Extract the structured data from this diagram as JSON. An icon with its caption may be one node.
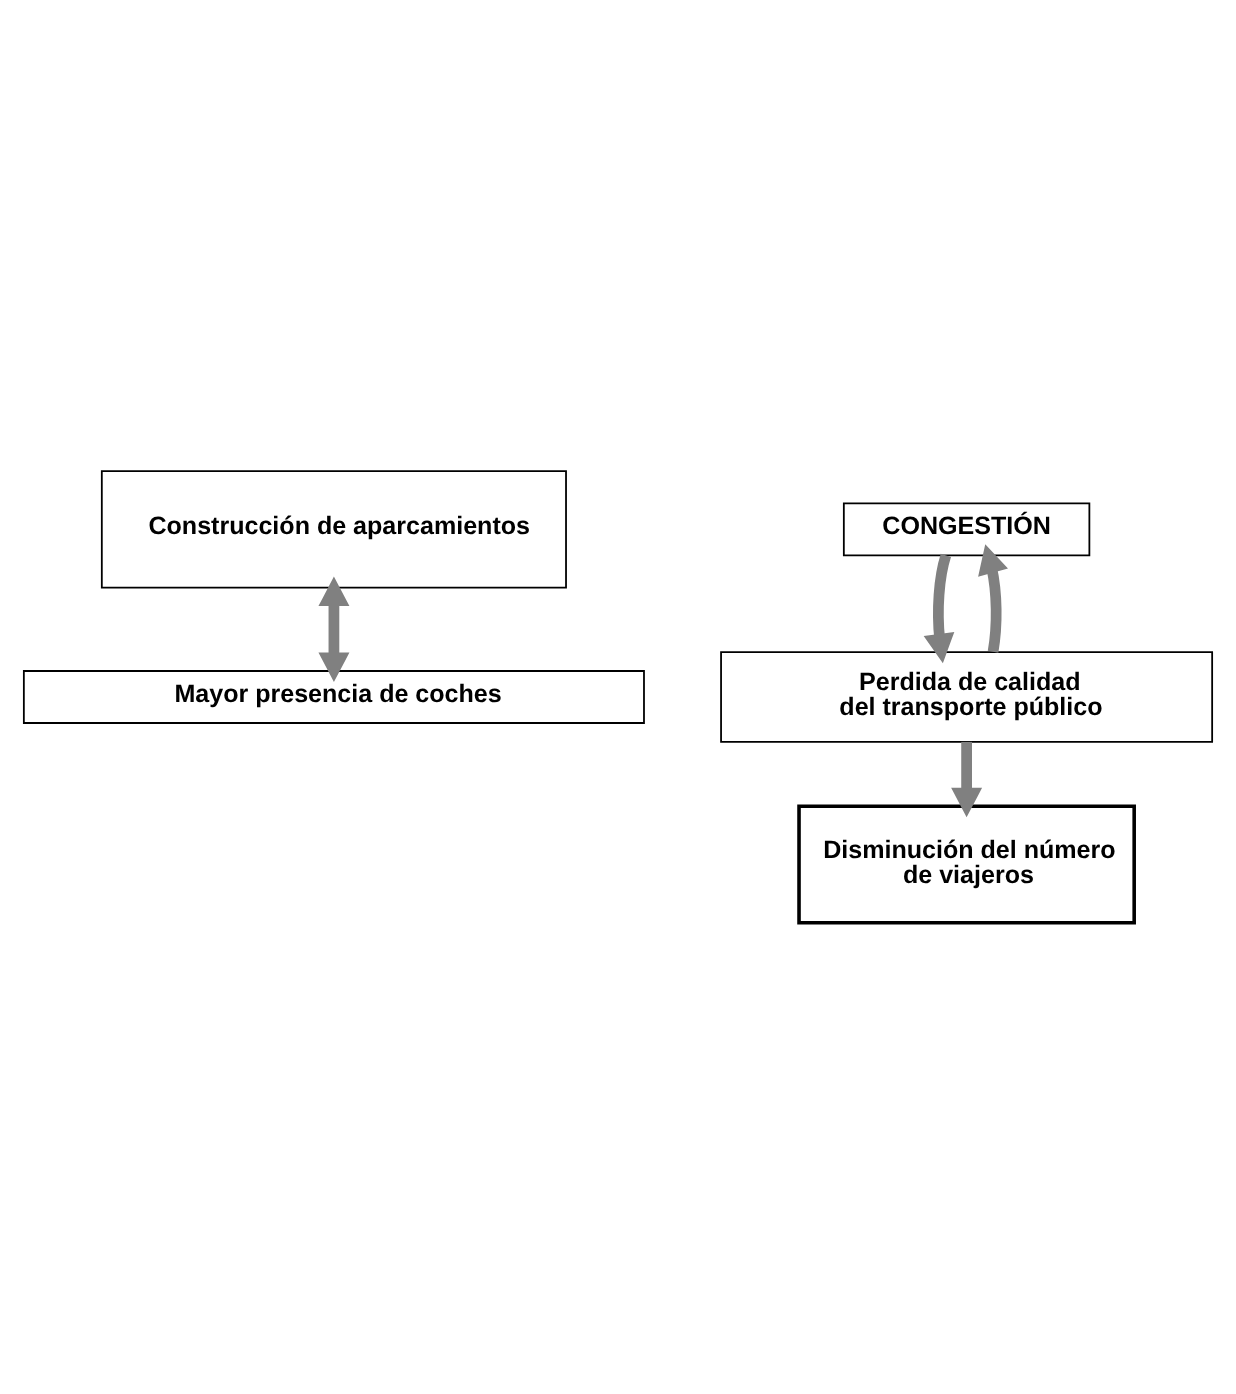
{
  "diagram": {
    "nodes": [
      {
        "text": [
          "Construcción de aparcamientos"
        ]
      },
      {
        "text": [
          "Mayor presencia de coches"
        ]
      },
      {
        "text": [
          "CONGESTIÓN"
        ]
      },
      {
        "text": [
          "Perdida de calidad del transporte público"
        ]
      },
      {
        "text": [
          "Disminución del número de viajeros"
        ]
      }
    ],
    "edges": [
      {
        "from": 0,
        "to": 1,
        "arrow": "both"
      },
      {
        "from": 3,
        "to": 2,
        "arrow": "to"
      },
      {
        "from": 2,
        "to": 3,
        "arrow": "to"
      },
      {
        "from": 3,
        "to": 4,
        "arrow": "to"
      }
    ]
  }
}
